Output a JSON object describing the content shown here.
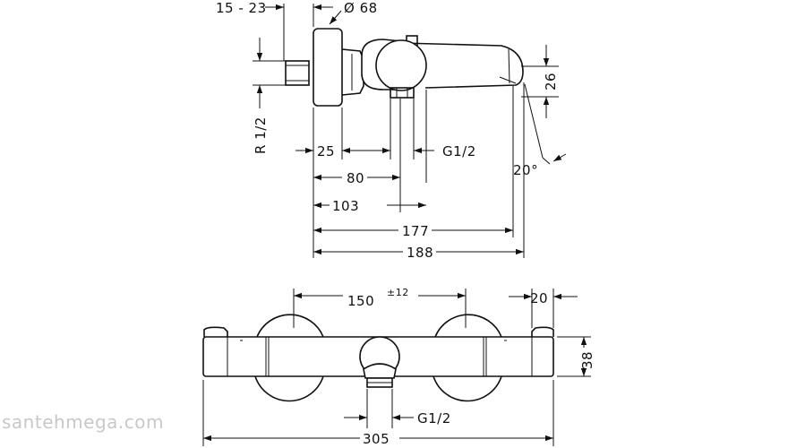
{
  "labels": {
    "fix_range": "15 - 23",
    "diameter": "Ø 68",
    "r_half": "R 1/2",
    "d25": "25",
    "d80": "80",
    "d103": "103",
    "d177": "177",
    "d188": "188",
    "g_half_side": "G1/2",
    "d26": "26",
    "angle20": "20°",
    "d150": "150",
    "tol12": "±12",
    "d20": "20",
    "d38": "38",
    "g_half_front": "G1/2",
    "d305": "305"
  },
  "watermark": "santehmega.com"
}
